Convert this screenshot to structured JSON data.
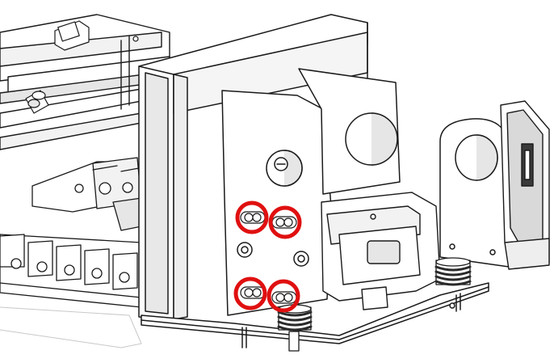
{
  "figure": {
    "subject": "mechanical-assembly-technical-illustration",
    "highlight": {
      "count": 4,
      "color": "#e01010",
      "targets": [
        "slotted-screw",
        "slotted-screw",
        "slotted-screw",
        "slotted-screw"
      ]
    },
    "colors": {
      "line": "#1a1a1a",
      "plate": "#ffffff",
      "shade": "#e6e6e6",
      "dark": "#3a3a3a",
      "guide": "#c8c8c8"
    }
  }
}
